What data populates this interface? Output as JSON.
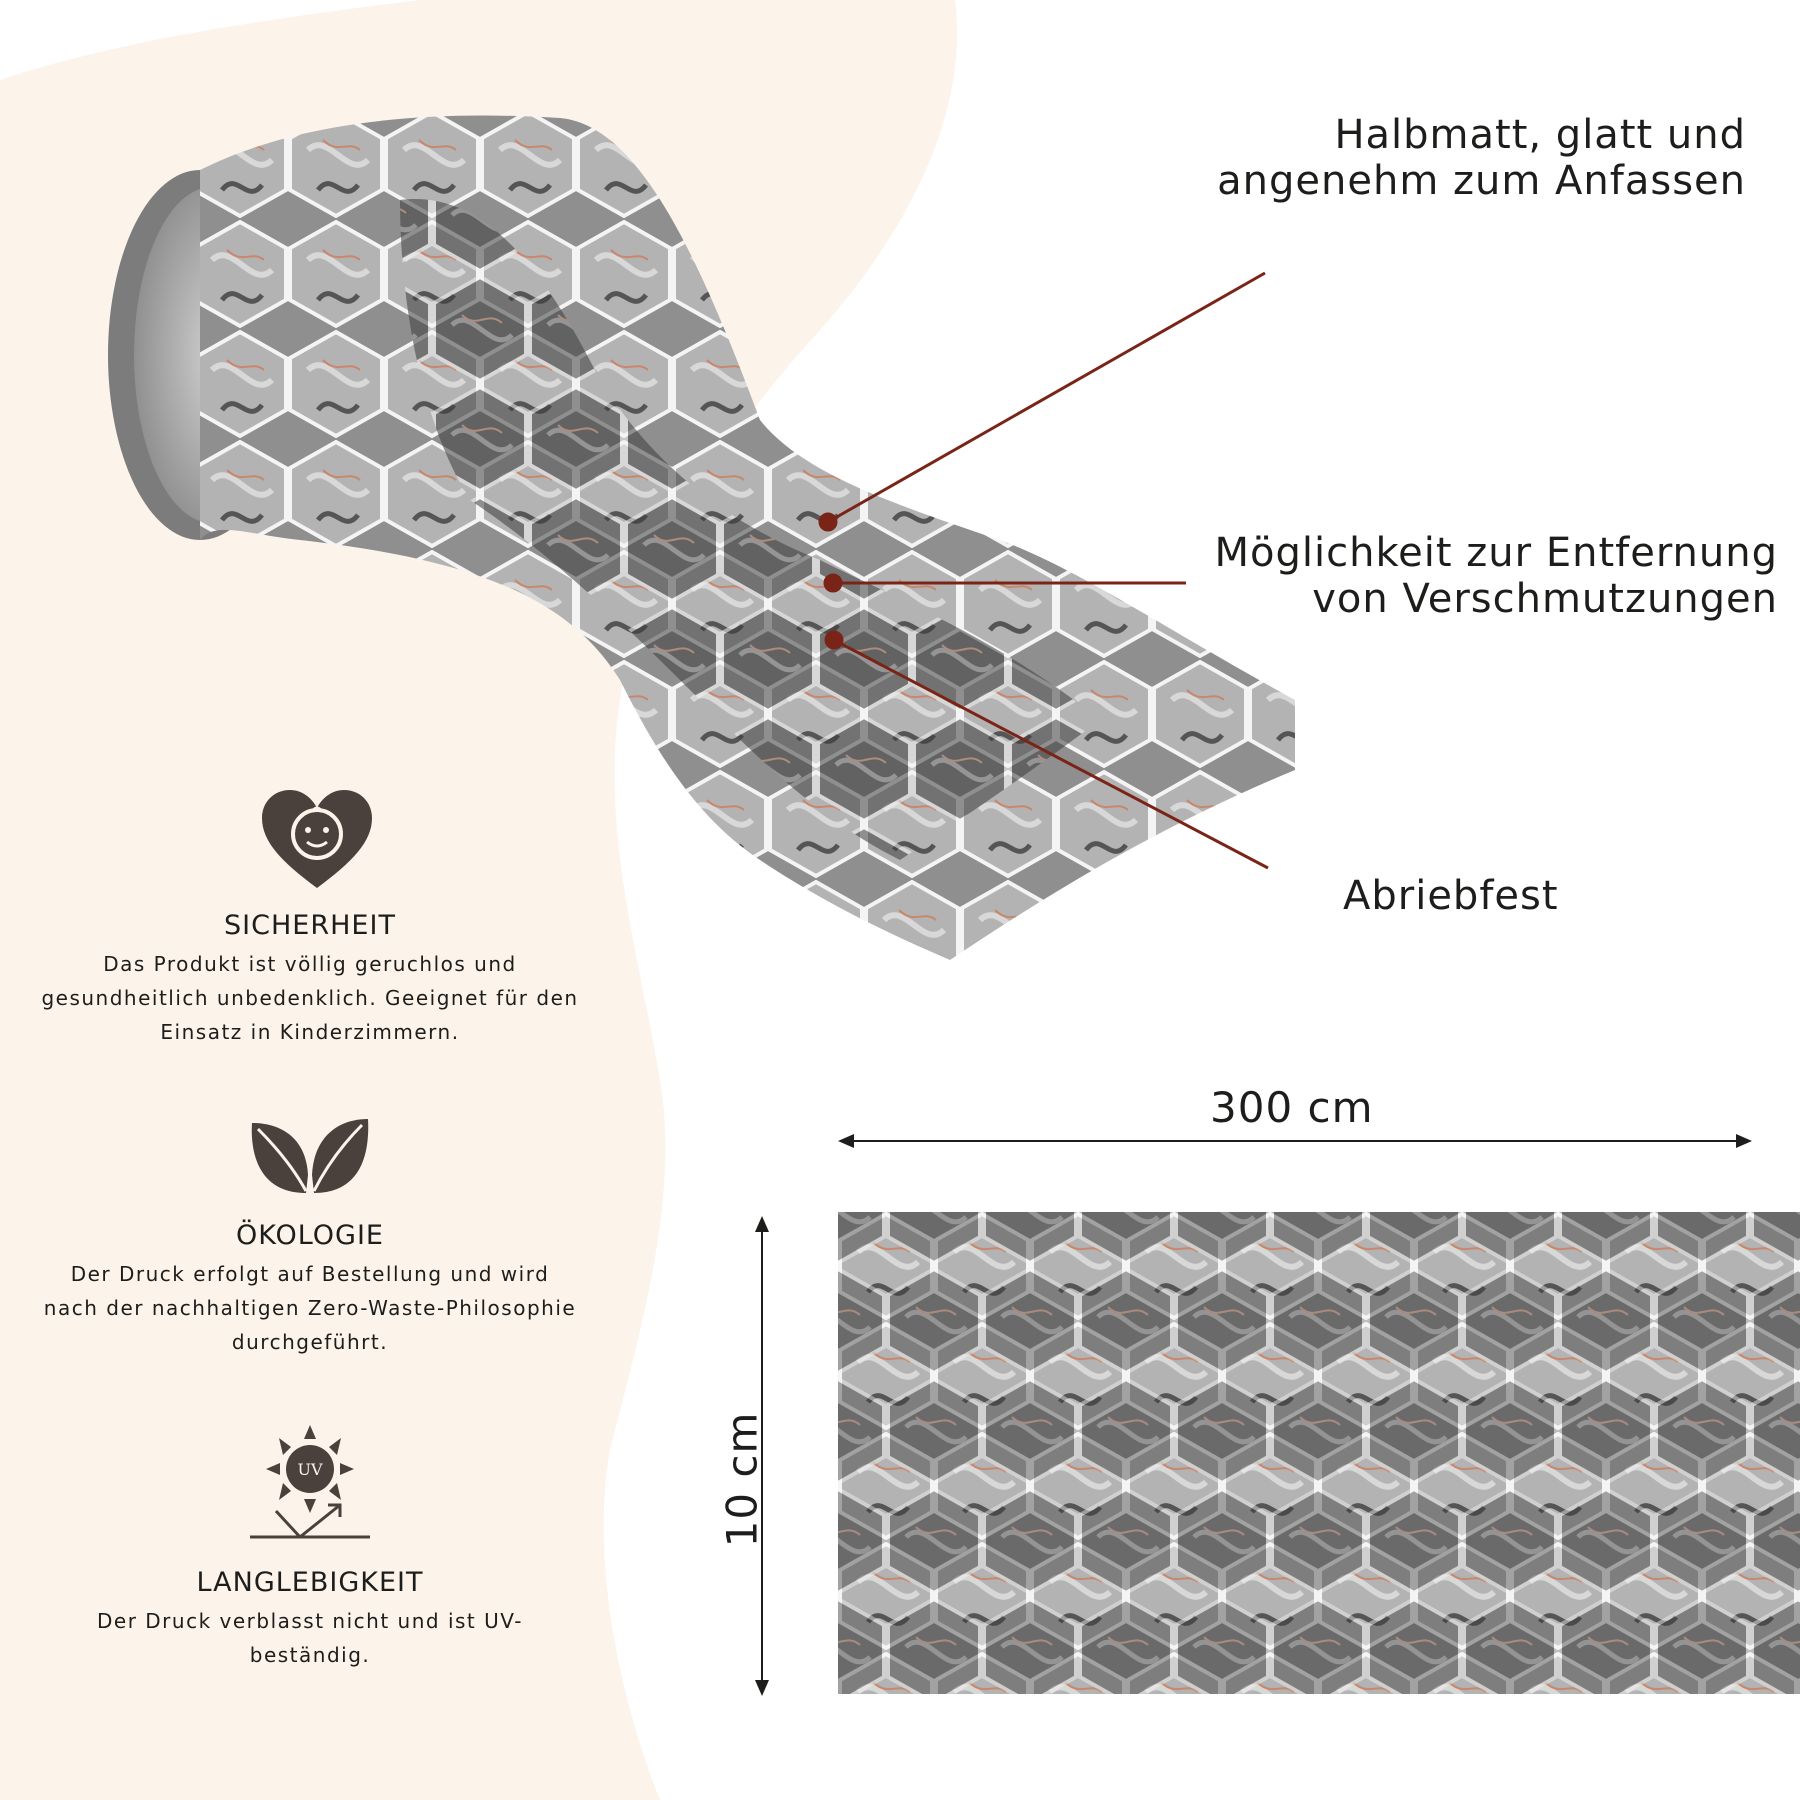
{
  "colors": {
    "background": "#ffffff",
    "blob": "#fcf3ea",
    "accent_line": "#7a2418",
    "icon": "#4a413d",
    "text": "#1d1d1b"
  },
  "callouts": {
    "halbmatt": "Halbmatt, glatt und\nangenehm zum Anfassen",
    "entfernung": "Möglichkeit zur Entfernung\nvon Verschmutzungen",
    "abriebfest": "Abriebfest"
  },
  "features": [
    {
      "icon": "baby-heart-icon",
      "title": "SICHERHEIT",
      "description": "Das Produkt ist völlig geruchlos und gesundheitlich unbedenklich. Geeignet für den Einsatz in Kinderzimmern."
    },
    {
      "icon": "leaves-icon",
      "title": "ÖKOLOGIE",
      "description": "Der Druck erfolgt auf Bestellung und wird nach der nachhaltigen Zero-Waste-Philosophie durchgeführt."
    },
    {
      "icon": "uv-sun-icon",
      "icon_label": "UV",
      "title": "LANGLEBIGKEIT",
      "description": "Der Druck verblasst nicht und ist UV-beständig."
    }
  ],
  "dimensions": {
    "width": "300 cm",
    "height": "10 cm"
  }
}
